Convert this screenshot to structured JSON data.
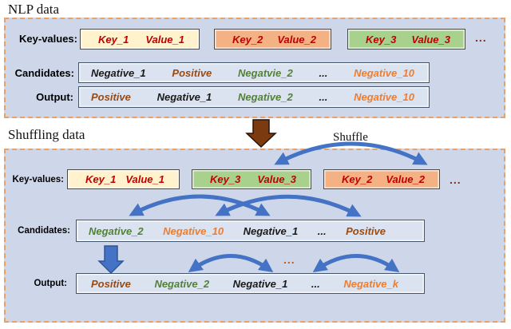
{
  "colors": {
    "panel_background": "#cdd7e9",
    "panel_border": "#e9a169",
    "key_text_red": "#c00000",
    "positive_brown": "#9c4a10",
    "negative_black": "#1a1a1a",
    "negative_green": "#538135",
    "negative_orange": "#ed7d31",
    "ellipsis_maroon": "#7f3012",
    "ellipsis_orange": "#c55a11",
    "arrow_blue": "#4472c4",
    "arrow_brown": "#7c3a10",
    "box_yellow": "#fff2cc",
    "box_orange": "#f4b183",
    "box_green": "#a9d18e",
    "row_box_background": "#dbe3f0"
  },
  "nlp": {
    "title": "NLP data",
    "key_values_label": "Key-values:",
    "candidates_label": "Candidates:",
    "output_label": "Output:",
    "key_boxes": [
      {
        "key": "Key_1",
        "value": "Value_1"
      },
      {
        "key": "Key_2",
        "value": "Value_2"
      },
      {
        "key": "Key_3",
        "value": "Value_3"
      }
    ],
    "ellipsis": "...",
    "candidates": [
      {
        "text": "Negative_1",
        "color": "#1a1a1a"
      },
      {
        "text": "Positive",
        "color": "#9c4a10"
      },
      {
        "text": "Negatvie_2",
        "color": "#538135"
      },
      {
        "text": "...",
        "color": "#1a1a1a"
      },
      {
        "text": "Negative_10",
        "color": "#ed7d31"
      }
    ],
    "output": [
      {
        "text": "Positive",
        "color": "#9c4a10"
      },
      {
        "text": "Negative_1",
        "color": "#1a1a1a"
      },
      {
        "text": "Negative_2",
        "color": "#538135"
      },
      {
        "text": "...",
        "color": "#1a1a1a"
      },
      {
        "text": "Negative_10",
        "color": "#ed7d31"
      }
    ]
  },
  "transition": {
    "shuffle_label": "Shuffle"
  },
  "shuffling": {
    "title": "Shuffling data",
    "key_values_label": "Key-values:",
    "candidates_label": "Candidates:",
    "output_label": "Output:",
    "key_boxes": [
      {
        "key": "Key_1",
        "value": "Value_1"
      },
      {
        "key": "Key_3",
        "value": "Value_3"
      },
      {
        "key": "Key_2",
        "value": "Value_2"
      }
    ],
    "ellipsis": "...",
    "mid_ellipsis": "...",
    "candidates": [
      {
        "text": "Negative_2",
        "color": "#538135"
      },
      {
        "text": "Negative_10",
        "color": "#ed7d31"
      },
      {
        "text": "Negative_1",
        "color": "#1a1a1a"
      },
      {
        "text": "...",
        "color": "#1a1a1a"
      },
      {
        "text": "Positive",
        "color": "#9c4a10"
      }
    ],
    "output": [
      {
        "text": "Positive",
        "color": "#9c4a10"
      },
      {
        "text": "Negative_2",
        "color": "#538135"
      },
      {
        "text": "Negative_1",
        "color": "#1a1a1a"
      },
      {
        "text": "...",
        "color": "#1a1a1a"
      },
      {
        "text": "Negative_k",
        "color": "#ed7d31"
      }
    ]
  }
}
